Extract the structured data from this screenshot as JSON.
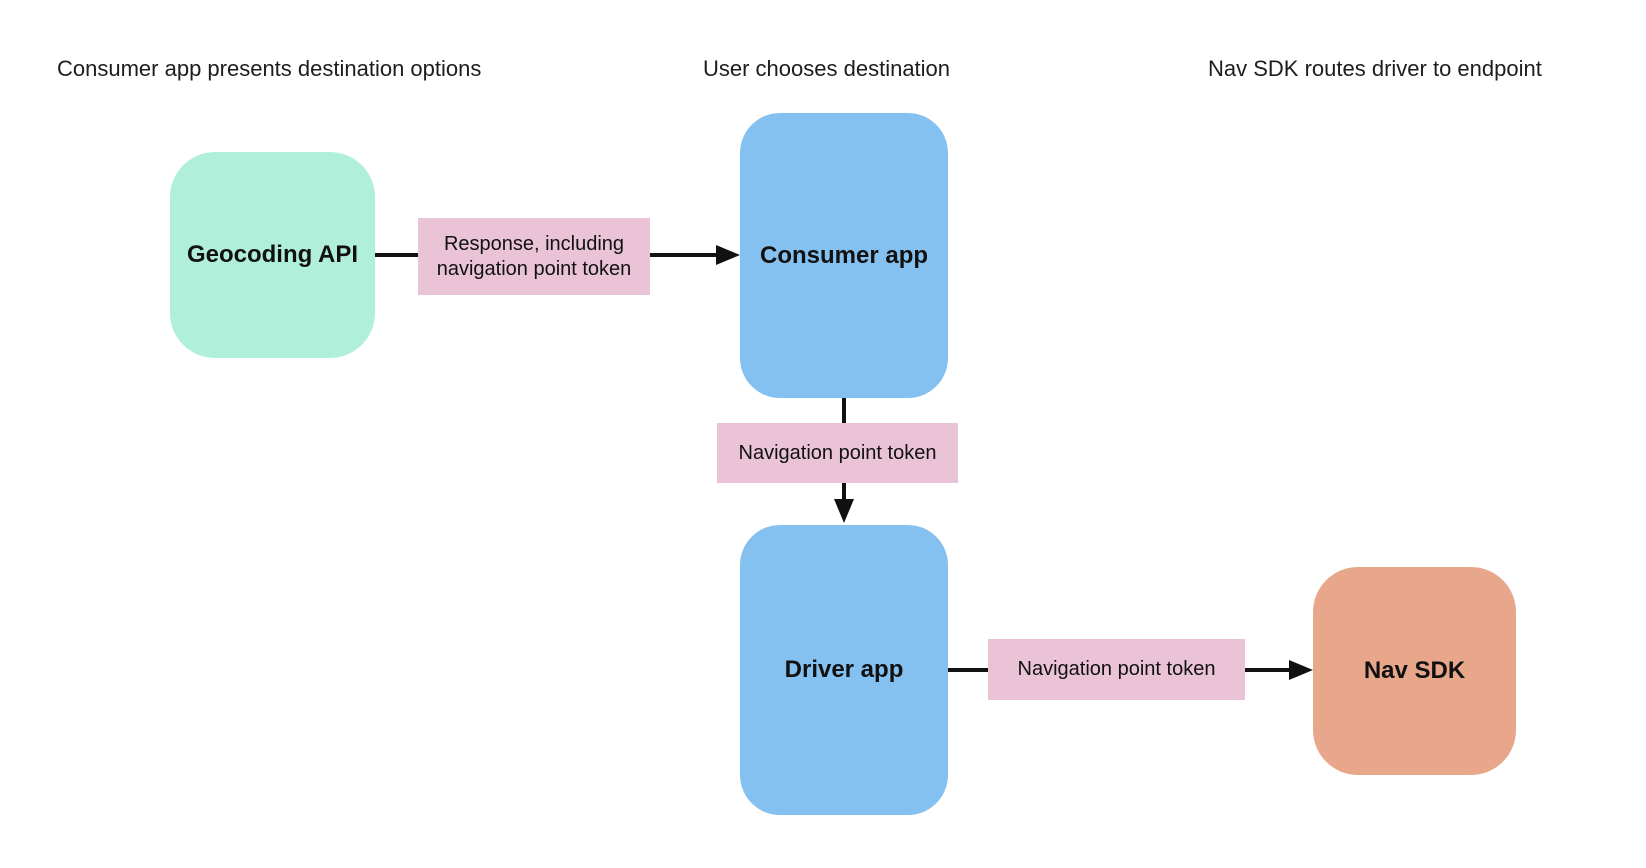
{
  "page": {
    "background": "#ffffff"
  },
  "colors": {
    "geocoding_node": "#b0f0db",
    "app_node": "#85c1f0",
    "edge_label": "#eac3d7",
    "nav_sdk_node": "#e8a78b",
    "connector": "#111111",
    "heading_text": "#1d1d1f"
  },
  "headings": [
    {
      "label": "Consumer app presents destination options"
    },
    {
      "label": "User chooses destination"
    },
    {
      "label": "Nav SDK routes driver to endpoint"
    }
  ],
  "nodes": {
    "geocoding_api": {
      "label": "Geocoding API"
    },
    "consumer_app": {
      "label": "Consumer app"
    },
    "driver_app": {
      "label": "Driver app"
    },
    "nav_sdk": {
      "label": "Nav SDK"
    }
  },
  "edge_labels": {
    "response_token": "Response, including navigation point token",
    "token_consumer_to_driver": "Navigation point token",
    "token_driver_to_sdk": "Navigation point token"
  }
}
